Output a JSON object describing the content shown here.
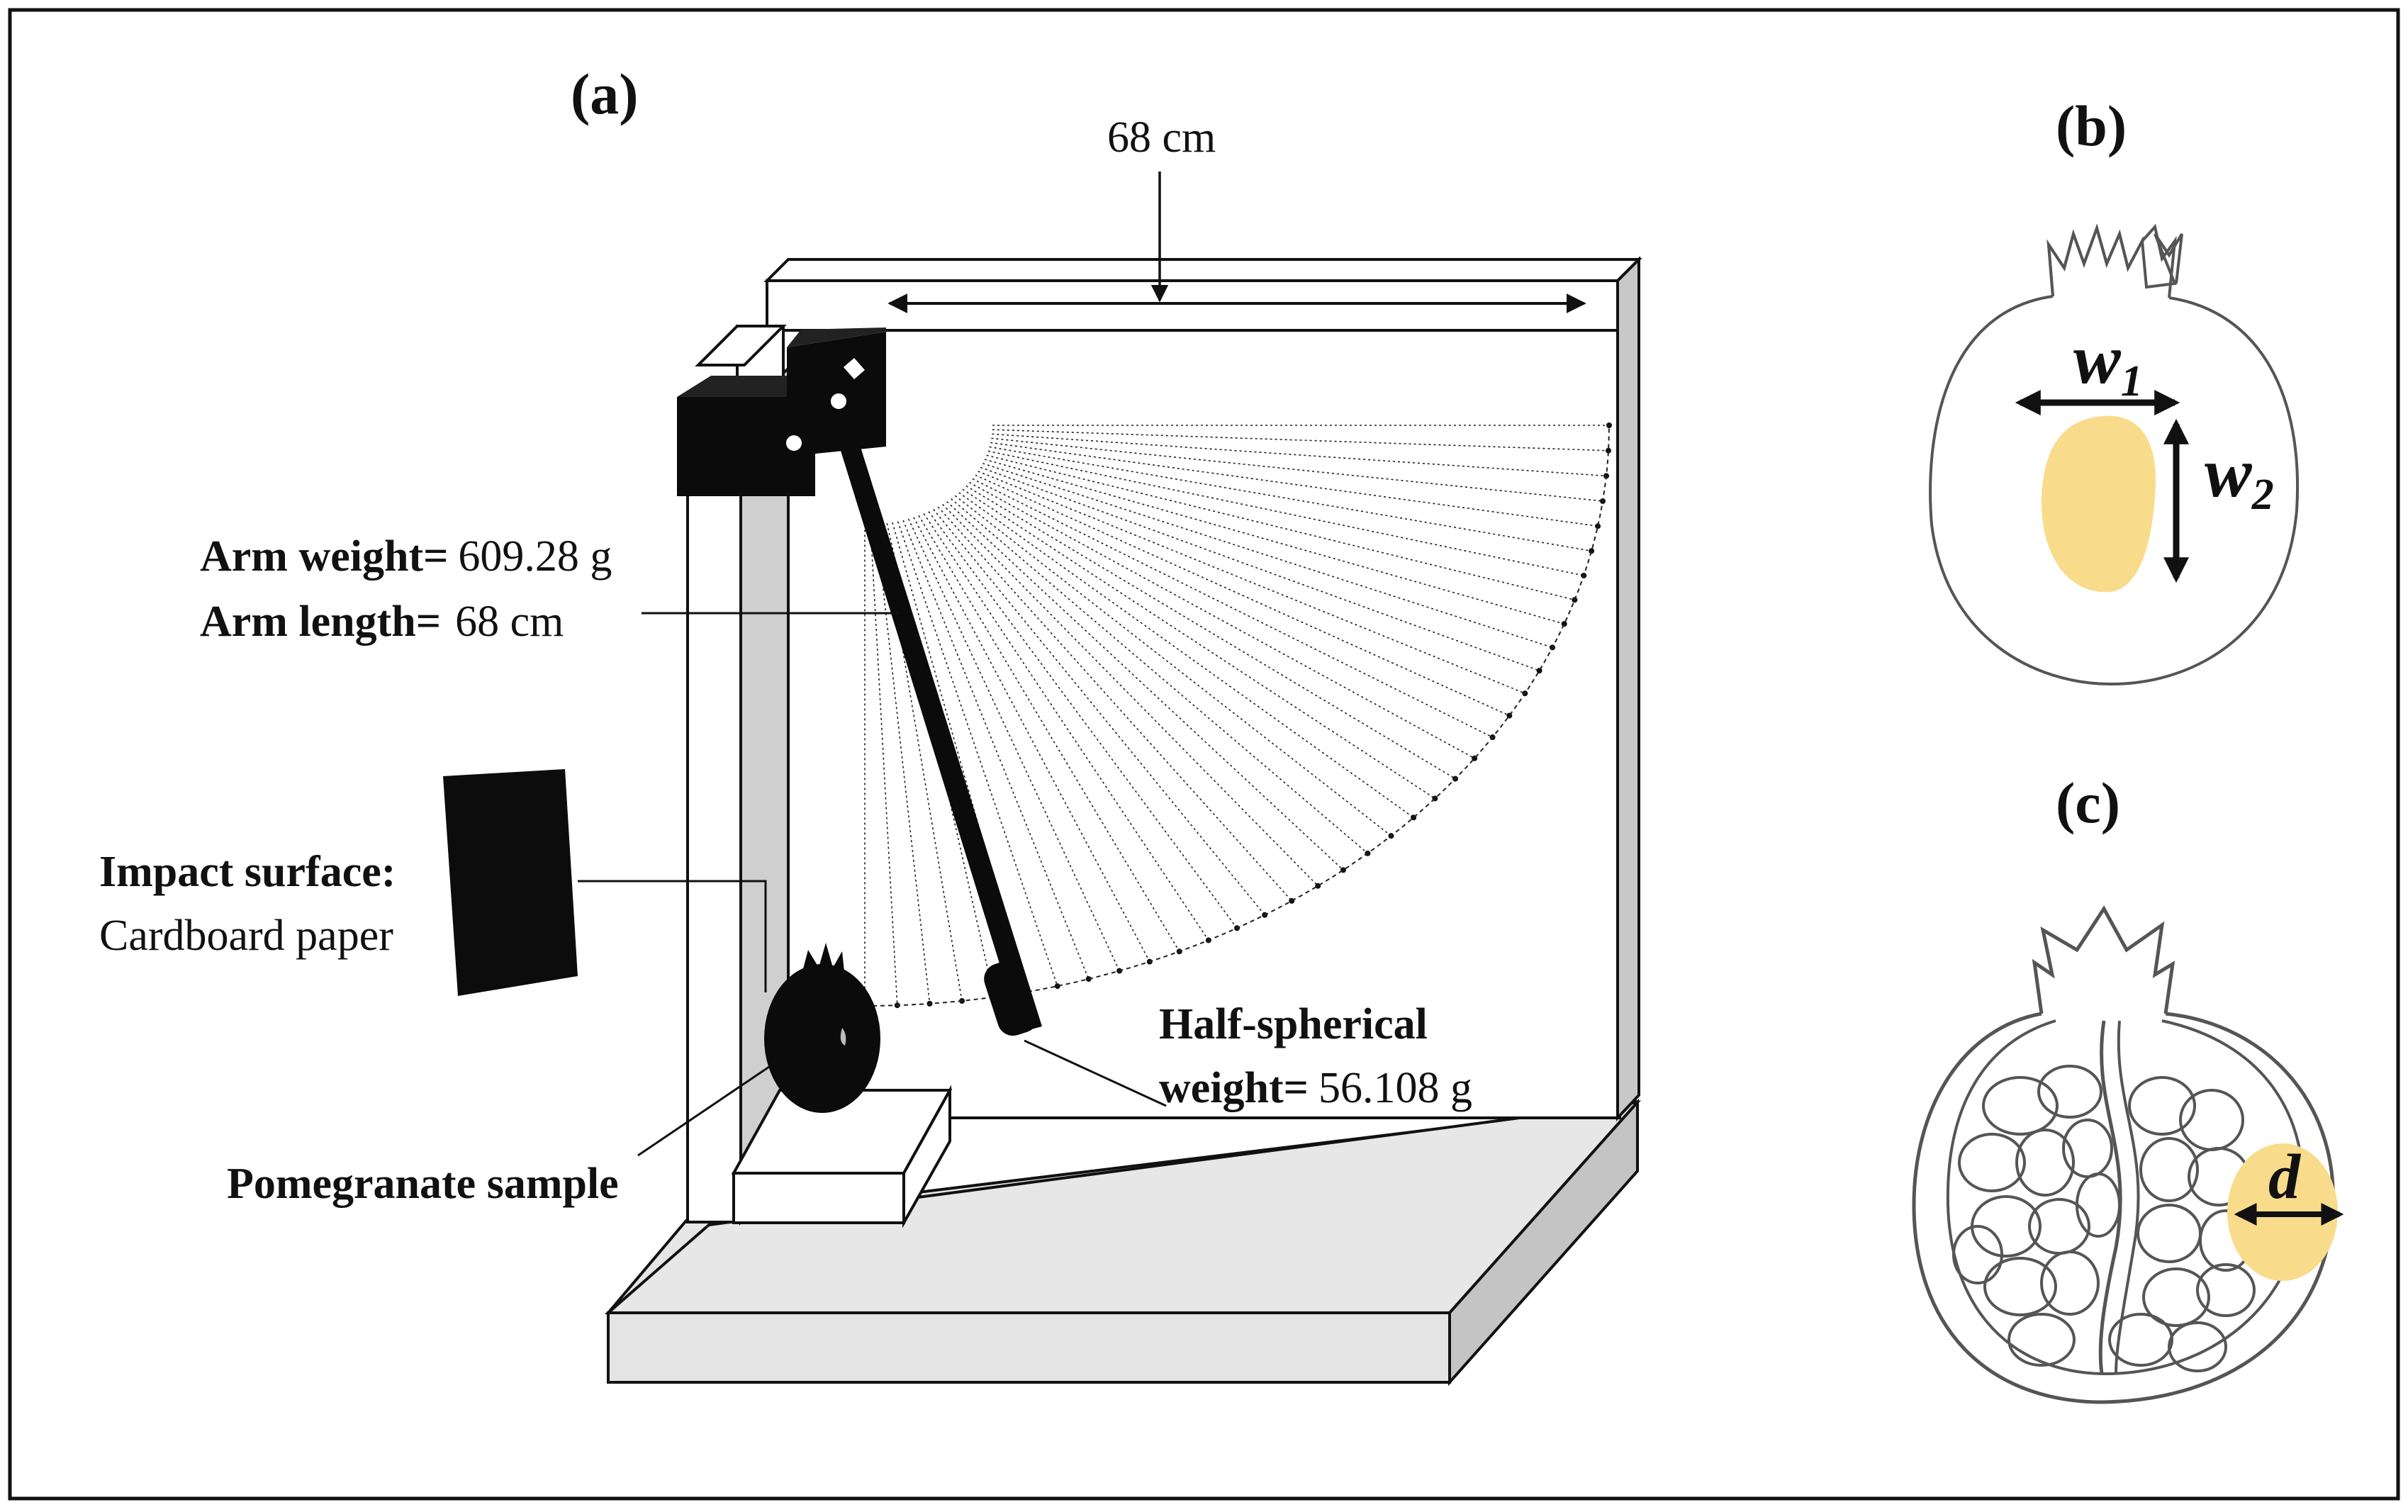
{
  "panels": {
    "a": "(a)",
    "b": "(b)",
    "c": "(c)"
  },
  "labels": {
    "top_length": "68 cm",
    "arm_weight_label": "Arm weight=",
    "arm_weight_value": "609.28  g",
    "arm_length_label": "Arm length=",
    "arm_length_value": "68 cm",
    "impact_label": "Impact surface:",
    "impact_value": "Cardboard paper",
    "half_label": "Half-spherical",
    "half_weight_label": "weight=",
    "half_weight_value": "56.108  g",
    "sample_label": "Pomegranate sample",
    "w1": "w",
    "w1_sub": "1",
    "w2": "w",
    "w2_sub": "2",
    "d": "d"
  },
  "colors": {
    "bruise": "#f8dc8c",
    "device_fill": "#e9e9e9",
    "device_side": "#c8c8c8",
    "dark": "#0b0b0b"
  }
}
